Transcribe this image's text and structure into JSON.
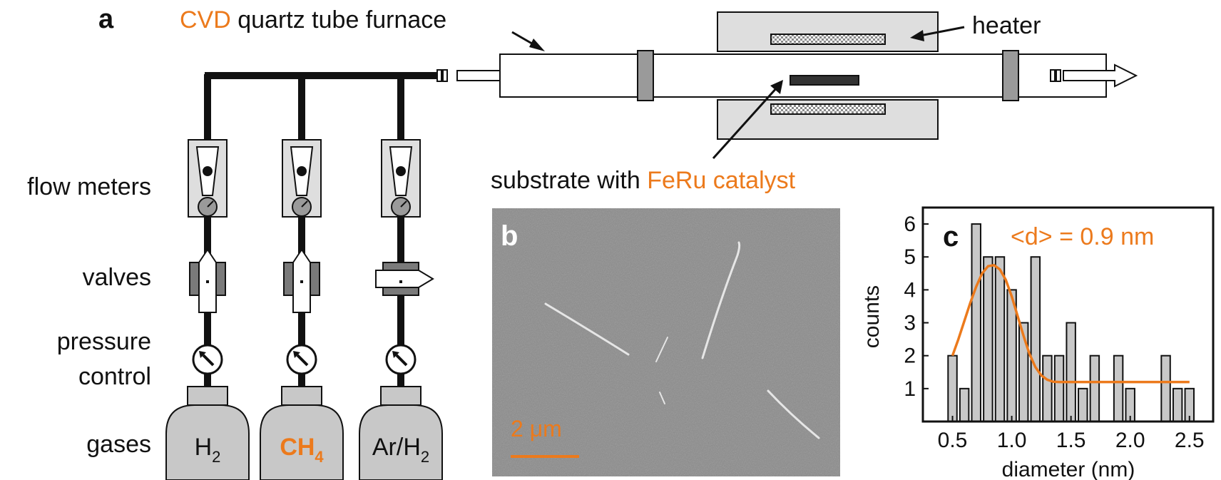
{
  "panel_a": {
    "letter": "a",
    "furnace_label_highlight": "CVD",
    "furnace_label_rest": " quartz tube furnace",
    "heater_label": "heater",
    "substrate_label_prefix": "substrate with ",
    "substrate_label_highlight": "FeRu catalyst",
    "row_labels": {
      "flow_meters": "flow meters",
      "valves": "valves",
      "pressure_line1": "pressure",
      "pressure_line2": "control",
      "gases": "gases"
    },
    "gases": [
      {
        "base": "H",
        "sub": "2",
        "highlight": false
      },
      {
        "base": "CH",
        "sub": "4",
        "highlight": true
      },
      {
        "base": "Ar/H",
        "sub": "2",
        "highlight": false
      }
    ]
  },
  "panel_b": {
    "letter": "b",
    "scale_bar_label": "2 μm"
  },
  "colors": {
    "accent": "#ec7a1c",
    "panel_fill": "#c8c8c8",
    "dark": "#111111",
    "sem_background": "#8a8a8a"
  },
  "chart_data": {
    "type": "bar",
    "panel_letter": "c",
    "annotation": "<d> = 0.9 nm",
    "xlabel": "diameter (nm)",
    "ylabel": "counts",
    "xlim": [
      0.25,
      2.7
    ],
    "ylim": [
      0,
      6.5
    ],
    "xticks": [
      "0.5",
      "1.0",
      "1.5",
      "2.0",
      "2.5"
    ],
    "yticks": [
      "1",
      "2",
      "3",
      "4",
      "5",
      "6"
    ],
    "bar_width": 0.075,
    "bins": [
      {
        "x": 0.5,
        "count": 2
      },
      {
        "x": 0.6,
        "count": 1
      },
      {
        "x": 0.7,
        "count": 6
      },
      {
        "x": 0.8,
        "count": 5
      },
      {
        "x": 0.9,
        "count": 5
      },
      {
        "x": 1.0,
        "count": 4
      },
      {
        "x": 1.1,
        "count": 3
      },
      {
        "x": 1.2,
        "count": 5
      },
      {
        "x": 1.3,
        "count": 2
      },
      {
        "x": 1.4,
        "count": 2
      },
      {
        "x": 1.5,
        "count": 3
      },
      {
        "x": 1.6,
        "count": 1
      },
      {
        "x": 1.7,
        "count": 2
      },
      {
        "x": 1.9,
        "count": 2
      },
      {
        "x": 2.0,
        "count": 1
      },
      {
        "x": 2.3,
        "count": 2
      },
      {
        "x": 2.4,
        "count": 1
      },
      {
        "x": 2.5,
        "count": 1
      }
    ],
    "fit_curve": [
      [
        0.5,
        2.0
      ],
      [
        0.55,
        2.5
      ],
      [
        0.6,
        3.05
      ],
      [
        0.65,
        3.6
      ],
      [
        0.7,
        4.1
      ],
      [
        0.75,
        4.5
      ],
      [
        0.8,
        4.72
      ],
      [
        0.85,
        4.75
      ],
      [
        0.9,
        4.62
      ],
      [
        0.95,
        4.3
      ],
      [
        1.0,
        3.8
      ],
      [
        1.05,
        3.2
      ],
      [
        1.1,
        2.6
      ],
      [
        1.15,
        2.05
      ],
      [
        1.2,
        1.65
      ],
      [
        1.25,
        1.4
      ],
      [
        1.3,
        1.27
      ],
      [
        1.35,
        1.21
      ],
      [
        1.4,
        1.2
      ],
      [
        1.6,
        1.2
      ],
      [
        2.0,
        1.2
      ],
      [
        2.5,
        1.2
      ]
    ]
  }
}
